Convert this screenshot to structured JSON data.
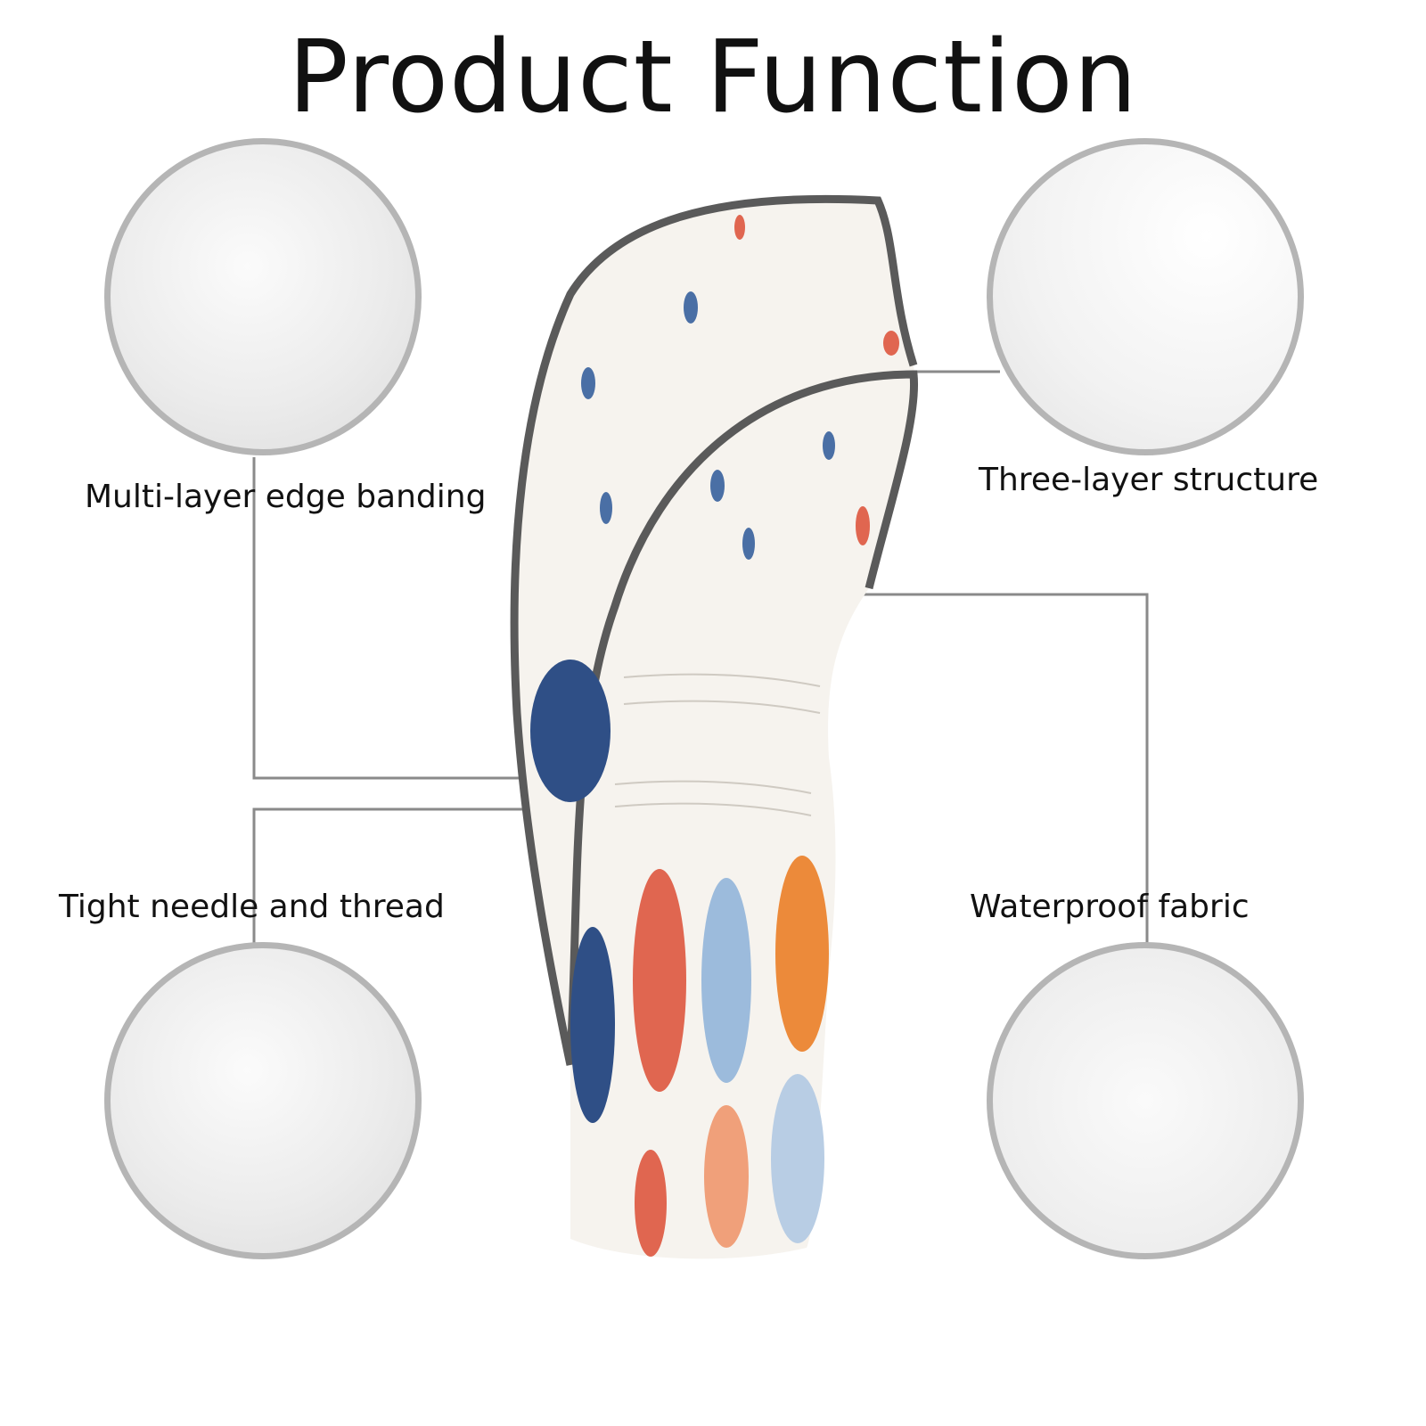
{
  "title": "Product Function",
  "features": {
    "edge_banding": "Multi-layer edge banding",
    "three_layer": "Three-layer structure",
    "needle_thread": "Tight needle and thread",
    "waterproof": "Waterproof fabric"
  },
  "colors": {
    "border": "#b5b5b5",
    "line": "#888888",
    "trim": "#5a5a5a",
    "fabric": "#f6f3ee",
    "navy": "#2f4f86",
    "coral": "#e06650",
    "orange": "#ec8a3a",
    "lightblue": "#9cbbdc"
  }
}
